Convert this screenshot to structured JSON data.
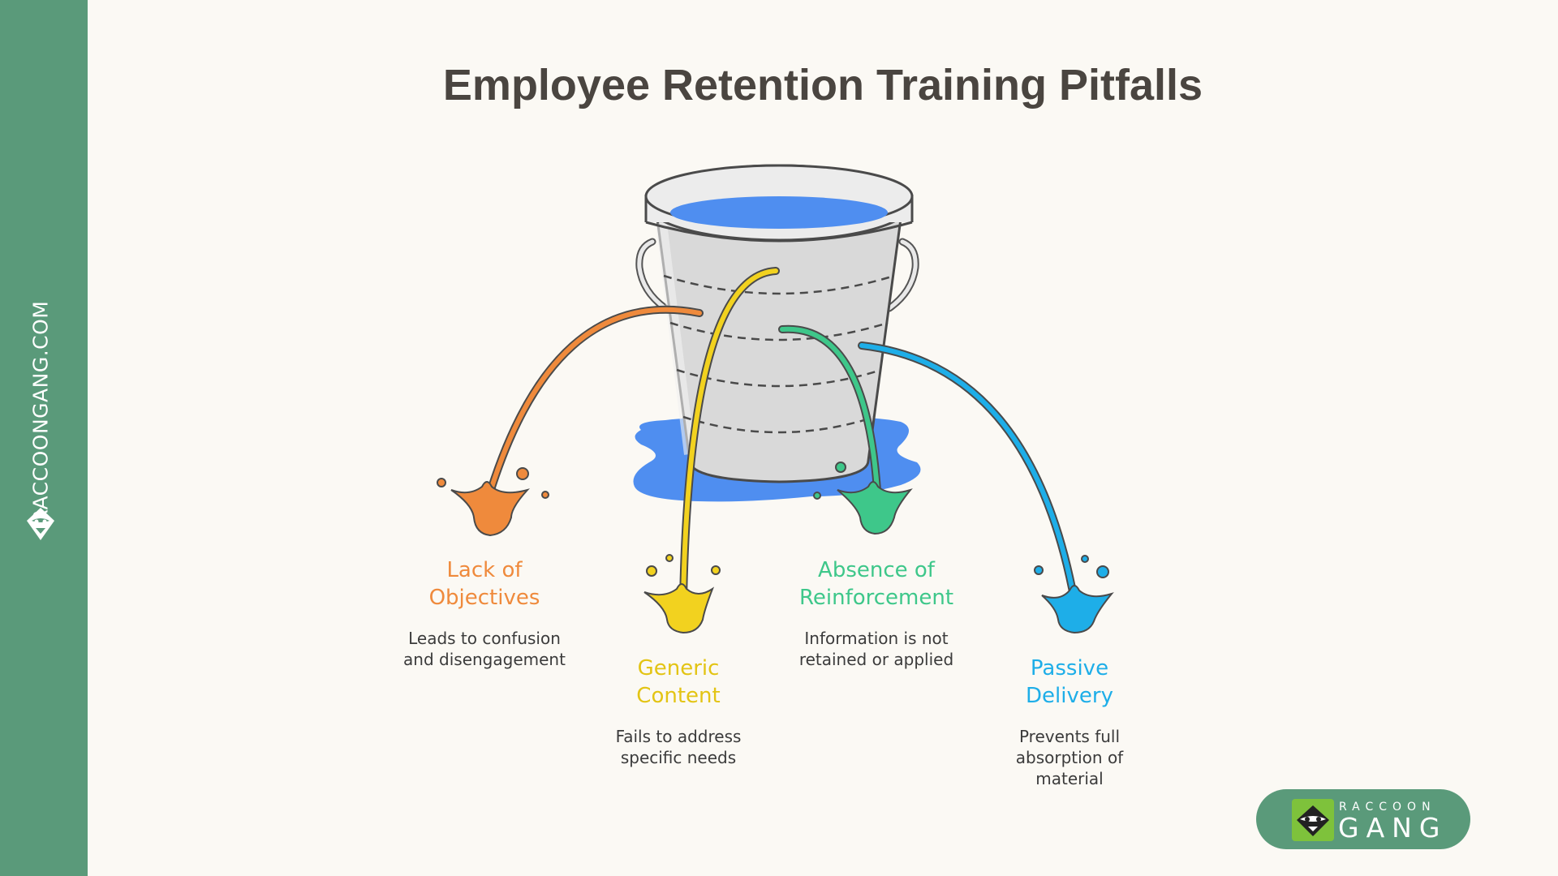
{
  "page": {
    "title": "Employee Retention Training Pitfalls",
    "sidebar_url": "RACCOONGANG.COM",
    "brand_top": "RACCOON",
    "brand_bottom": "GANG"
  },
  "colors": {
    "sidebar": "#5a9a7a",
    "background": "#fbf9f4",
    "water": "#4f8ef0",
    "orange": "#ef8a3c",
    "yellow": "#f2d21f",
    "green": "#3ec78a",
    "blue": "#1eaee8"
  },
  "icons": [
    "bucket-icon",
    "raccoon-logo-icon"
  ],
  "pitfalls": [
    {
      "title_line1": "Lack of",
      "title_line2": "Objectives",
      "desc_line1": "Leads to confusion",
      "desc_line2": "and disengagement",
      "color": "#ef8a3c"
    },
    {
      "title_line1": "Generic",
      "title_line2": "Content",
      "desc_line1": "Fails to address",
      "desc_line2": "specific needs",
      "color": "#e3c414"
    },
    {
      "title_line1": "Absence of",
      "title_line2": "Reinforcement",
      "desc_line1": "Information is not",
      "desc_line2": "retained or applied",
      "color": "#3ec78a"
    },
    {
      "title_line1": "Passive",
      "title_line2": "Delivery",
      "desc_line1": "Prevents full",
      "desc_line2": "absorption of",
      "desc_line3": "material",
      "color": "#1eaee8"
    }
  ]
}
